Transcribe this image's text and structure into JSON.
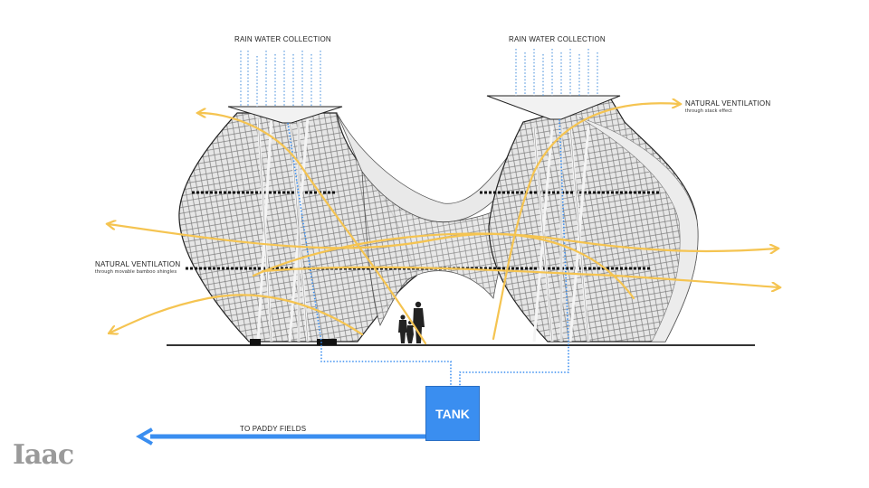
{
  "labels": {
    "rain_left": "RAIN WATER COLLECTION",
    "rain_right": "RAIN WATER COLLECTION",
    "vent_right_title": "NATURAL VENTILATION",
    "vent_right_sub": "through stack effect",
    "vent_left_title": "NATURAL VENTILATION",
    "vent_left_sub": "through movable bamboo shingles",
    "tank": "TANK",
    "paddy": "TO PADDY FIELDS"
  },
  "logo": {
    "text": "Iaac"
  },
  "colors": {
    "airflow": "#f5c451",
    "water": "#3a8ef0",
    "structure": "#222222",
    "shell": "#d8d8d8",
    "ground": "#333333",
    "logo": "#9a9a9a"
  }
}
